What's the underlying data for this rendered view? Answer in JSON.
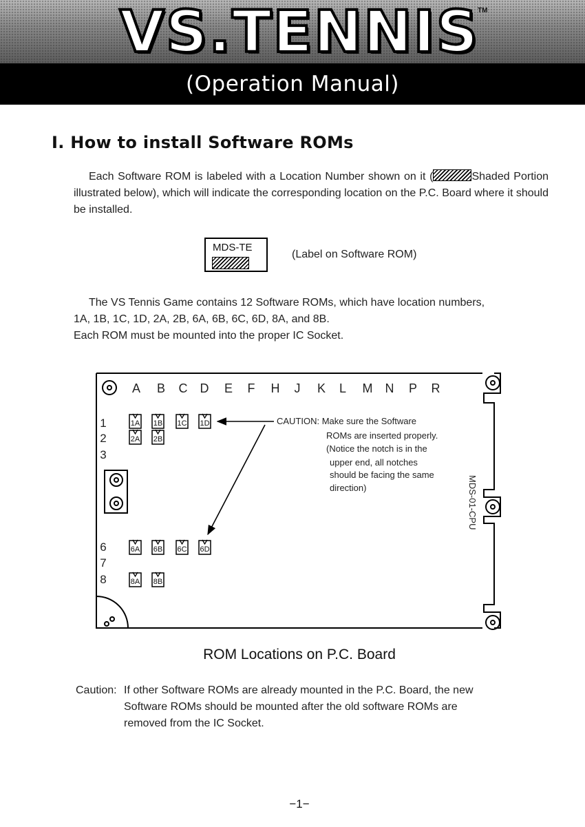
{
  "header": {
    "logo_text": "VS.TENNIS",
    "trademark": "TM",
    "subtitle": "(Operation Manual)"
  },
  "section": {
    "title": "Ⅰ. How to install Software ROMs",
    "para1_before": "Each Software ROM is labeled with a Location Number shown on it (",
    "para1_after": "Shaded Portion illustrated below), which will indicate the corresponding location on the P.C. Board where it should be installed.",
    "label_text": "MDS-TE",
    "label_caption": "(Label on Software ROM)",
    "para2_line1": "The VS Tennis Game contains 12 Software ROMs, which have location numbers,",
    "para2_line2": "1A, 1B, 1C, 1D, 2A, 2B, 6A, 6B, 6C, 6D, 8A, and 8B.",
    "para2_line3": "Each ROM must be mounted into the proper IC Socket."
  },
  "board": {
    "columns": [
      "A",
      "B",
      "C",
      "D",
      "E",
      "F",
      "H",
      "J",
      "K",
      "L",
      "M",
      "N",
      "P",
      "R"
    ],
    "rows": [
      "1",
      "2",
      "3",
      "6",
      "7",
      "8"
    ],
    "roms": [
      "1A",
      "1B",
      "1C",
      "1D",
      "2A",
      "2B",
      "6A",
      "6B",
      "6C",
      "6D",
      "8A",
      "8B"
    ],
    "caution_lines": [
      "CAUTION: Make sure the Software",
      "ROMs are inserted properly.",
      "(Notice the notch is in the",
      "upper end, all notches",
      "should be facing the same",
      "direction)"
    ],
    "board_id": "MDS-01-CPU",
    "caption": "ROM Locations on P.C. Board"
  },
  "caution": {
    "lead": "Caution:",
    "line1": "If other Software ROMs are already mounted in the P.C. Board, the new",
    "line2": "Software ROMs should be mounted after the old software ROMs are",
    "line3": "removed from the IC Socket."
  },
  "page_number": "−1−"
}
